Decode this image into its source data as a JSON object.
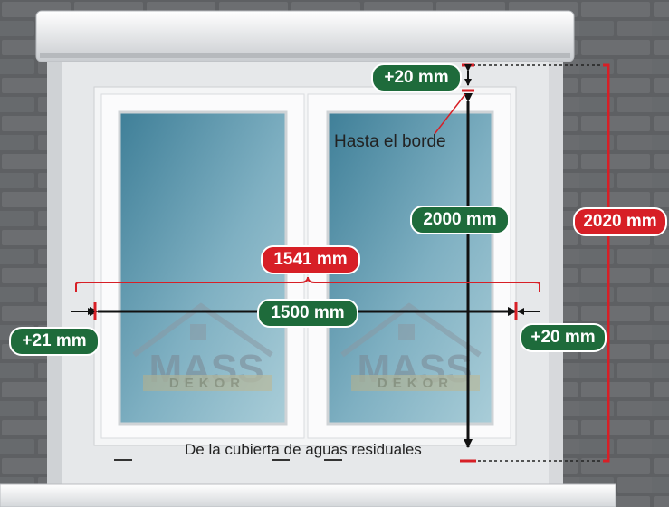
{
  "labels": {
    "top_offset": "+20 mm",
    "edge_note": "Hasta el borde",
    "window_height": "2000 mm",
    "total_height": "2020 mm",
    "total_width": "1541 mm",
    "window_width": "1500 mm",
    "left_offset": "+21 mm",
    "right_offset": "+20 mm",
    "bottom_note": "De la cubierta de aguas residuales"
  },
  "watermark": {
    "brand": "MASS",
    "sub": "DEKOR"
  },
  "colors": {
    "wall": "#5e6063",
    "mortar": "#8a8c8f",
    "frame": "#f2f3f4",
    "glass": "#6fa3b8",
    "green_badge": "#1e6b3b",
    "red_badge": "#d71f26",
    "line_red": "#d71f26",
    "arrow_black": "#111111"
  }
}
